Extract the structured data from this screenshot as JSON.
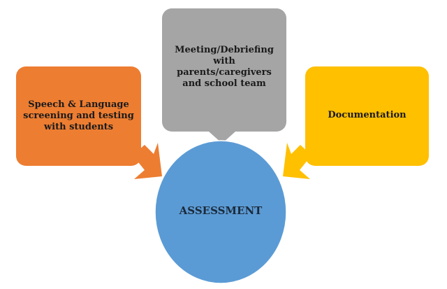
{
  "colors": {
    "speech": "#ed7d31",
    "meeting": "#a5a5a5",
    "documentation": "#ffc000",
    "assessment": "#5b9bd5"
  },
  "nodes": {
    "speech": "Speech & Language screening and testing with students",
    "meeting": "Meeting/Debriefing with parents/caregivers and school team",
    "documentation": "Documentation",
    "assessment": "ASSESSMENT"
  }
}
